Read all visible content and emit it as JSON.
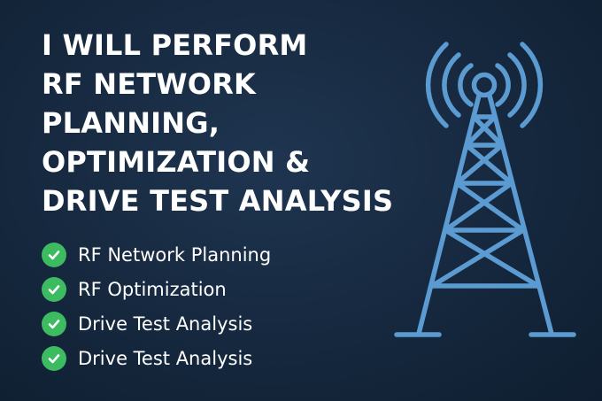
{
  "headline": {
    "lines": [
      "I WILL PERFORM",
      "RF NETWORK",
      "PLANNING,",
      "OPTIMIZATION &",
      "DRIVE TEST ANALYSIS"
    ]
  },
  "features": [
    {
      "label": "RF Network Planning",
      "icon": "check-circle-icon"
    },
    {
      "label": "RF Optimization",
      "icon": "check-circle-icon"
    },
    {
      "label": "Drive Test Analysis",
      "icon": "check-circle-icon"
    },
    {
      "label": "Drive Test Analysis",
      "icon": "check-circle-icon"
    }
  ],
  "illustration": {
    "icon": "radio-tower-icon"
  },
  "colors": {
    "background": "#172a41",
    "headline": "#ffffff",
    "check": "#3dbb61",
    "tower": "#5b9bd1"
  }
}
